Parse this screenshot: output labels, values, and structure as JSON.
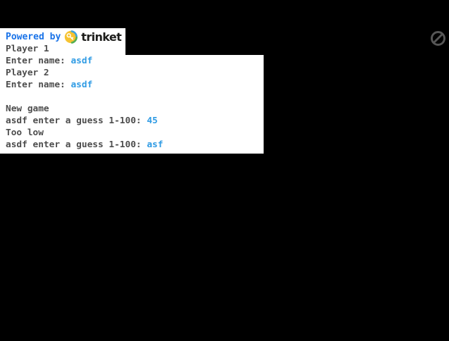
{
  "window": {
    "background_color": "#000000",
    "console_background_color": "#ffffff"
  },
  "badge": {
    "powered_by_label": "Powered by",
    "brand_name": "trinket",
    "powered_by_color": "#1a73e8",
    "brand_color": "#1d1d1b",
    "logo": {
      "icon_name": "trinket-key-logo",
      "yellow": "#f6c331",
      "blue": "#3fa3e0",
      "green": "#52ae52",
      "key_color": "#ffffff"
    }
  },
  "toolbar": {
    "blocked_icon_name": "blocked-circle-slash-icon",
    "blocked_icon_color": "#565656"
  },
  "console": {
    "output_color": "#4d4d4d",
    "input_color": "#2f9be4",
    "lines": [
      {
        "output": "Player 1",
        "input": ""
      },
      {
        "output": "Enter name: ",
        "input": "asdf"
      },
      {
        "output": "Player 2",
        "input": ""
      },
      {
        "output": "Enter name: ",
        "input": "asdf"
      },
      {
        "output": "",
        "input": ""
      },
      {
        "output": "New game",
        "input": ""
      },
      {
        "output": "asdf enter a guess 1-100: ",
        "input": "45"
      },
      {
        "output": "Too low",
        "input": ""
      },
      {
        "output": "asdf enter a guess 1-100: ",
        "input": "asf"
      }
    ]
  }
}
